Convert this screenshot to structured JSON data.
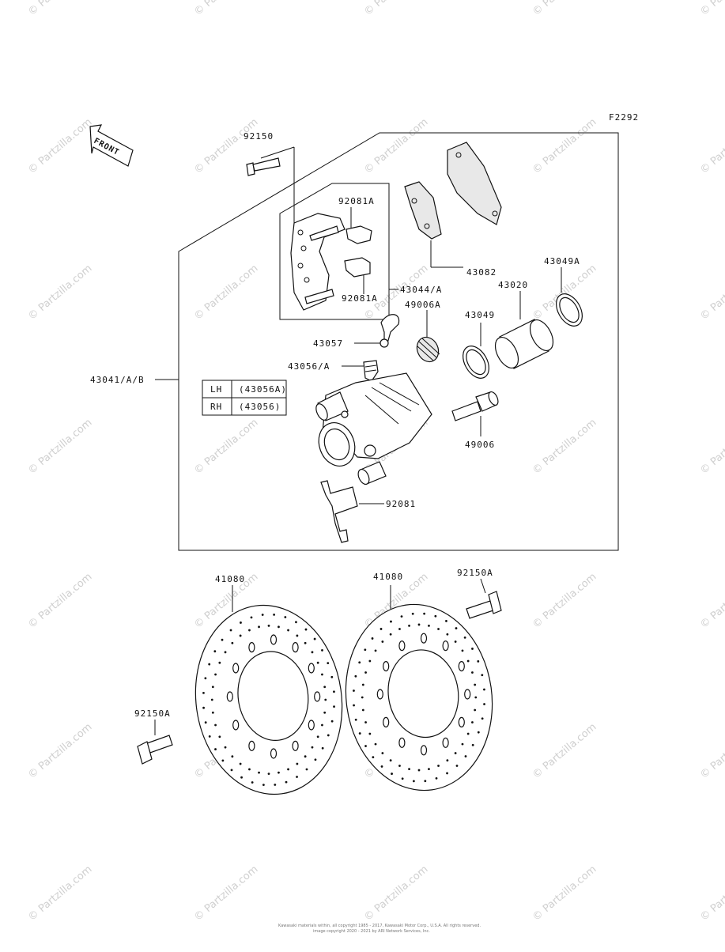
{
  "diagram": {
    "code": "F2292",
    "front_label": "FRONT",
    "callouts": {
      "bolt_top": "92150",
      "pad_clip_a_upper": "92081A",
      "pad_clip_a_lower": "92081A",
      "bracket": "43044/A",
      "pads": "43082",
      "seal_a": "43049A",
      "piston": "43020",
      "boot_a": "49006A",
      "seal": "43049",
      "bleeder_cap": "43057",
      "bleeder_valve": "43056/A",
      "caliper_assy": "43041/A/B",
      "pin": "49006",
      "spring": "92081",
      "disc_left": "41080",
      "disc_right": "41080",
      "bolt_left": "92150A",
      "bolt_right": "92150A"
    },
    "table": [
      {
        "side": "LH",
        "part": "(43056A)"
      },
      {
        "side": "RH",
        "part": "(43056)"
      }
    ]
  },
  "watermark": {
    "text": "© Partzilla.com"
  },
  "footer": {
    "line1": "Kawasaki materials within, all copyright 1985 - 2017, Kawasaki Motor Corp., U.S.A. All rights reserved.",
    "line2": "image copyright 2020 - 2021 by ARI Network Services, Inc."
  }
}
